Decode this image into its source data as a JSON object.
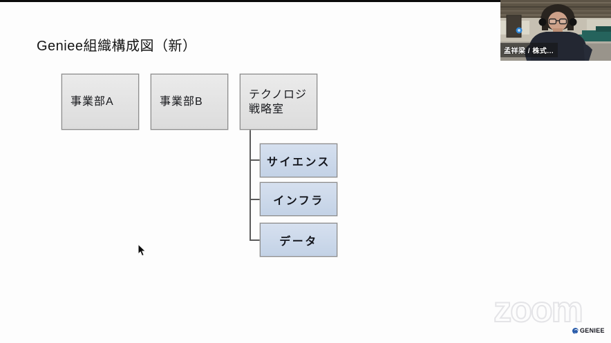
{
  "slide": {
    "title": "Geniee組織構成図（新）"
  },
  "org_chart": {
    "top_boxes": [
      {
        "label": "事業部A"
      },
      {
        "label": "事業部B"
      },
      {
        "label": "テクノロジ戦略室"
      }
    ],
    "sub_boxes": [
      {
        "label": "サイエンス"
      },
      {
        "label": "インフラ"
      },
      {
        "label": "データ"
      }
    ],
    "parent_of_sub_boxes": "テクノロジ戦略室"
  },
  "video": {
    "name_label": "孟祥梁 / 株式..."
  },
  "branding": {
    "zoom_watermark": "zoom",
    "geniee_logo": "GENIEE"
  },
  "colors": {
    "parent_box_fill": "#e4e4e4",
    "child_box_fill": "#ccdaeb",
    "box_border": "#8c8c8c",
    "connector": "#5a5a5a",
    "geniee_blue": "#2a5caa"
  }
}
